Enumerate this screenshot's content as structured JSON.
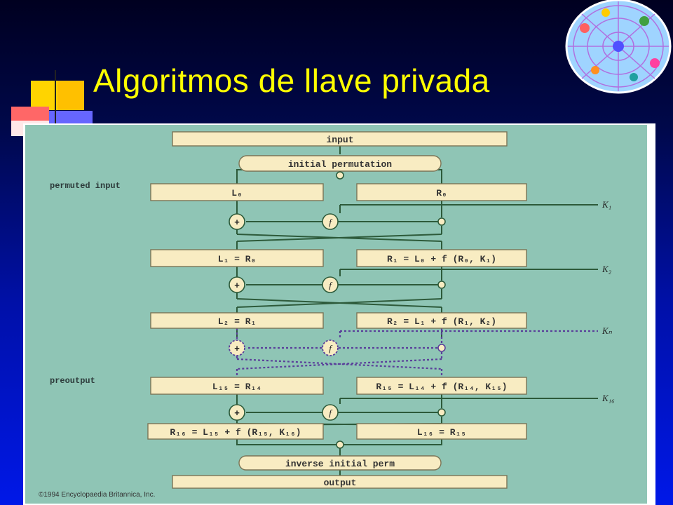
{
  "slide": {
    "title": "Algoritmos de llave privada",
    "colors": {
      "background_top": "#000020",
      "background_bottom": "#0018e8",
      "title": "#ffff00",
      "diagram_bg": "#8fc5b5"
    }
  },
  "decor": {
    "logo_icon": "web-globe-icon"
  },
  "diagram": {
    "input": "input",
    "initial_perm": "initial permutation",
    "permuted_input": "permuted input",
    "preoutput": "preoutput",
    "L0": "L₀",
    "R0": "R₀",
    "L1": "L₁ = R₀",
    "R1": "R₁ = L₀ + f (R₀, K₁)",
    "L2": "L₂ = R₁",
    "R2": "R₂ = L₁ + f (R₁, K₂)",
    "L15": "L₁₅ = R₁₄",
    "R15": "R₁₅ = L₁₄ + f (R₁₄, K₁₅)",
    "R16": "R₁₆ = L₁₅ + f (R₁₅, K₁₆)",
    "L16": "L₁₆ = R₁₅",
    "inverse_perm": "inverse initial perm",
    "output": "output",
    "keys": [
      "K₁",
      "K₂",
      "Kₙ",
      "K₁₆"
    ],
    "xor_symbol": "+",
    "f_symbol": "f",
    "copyright": "©1994 Encyclopaedia Britannica, Inc."
  }
}
